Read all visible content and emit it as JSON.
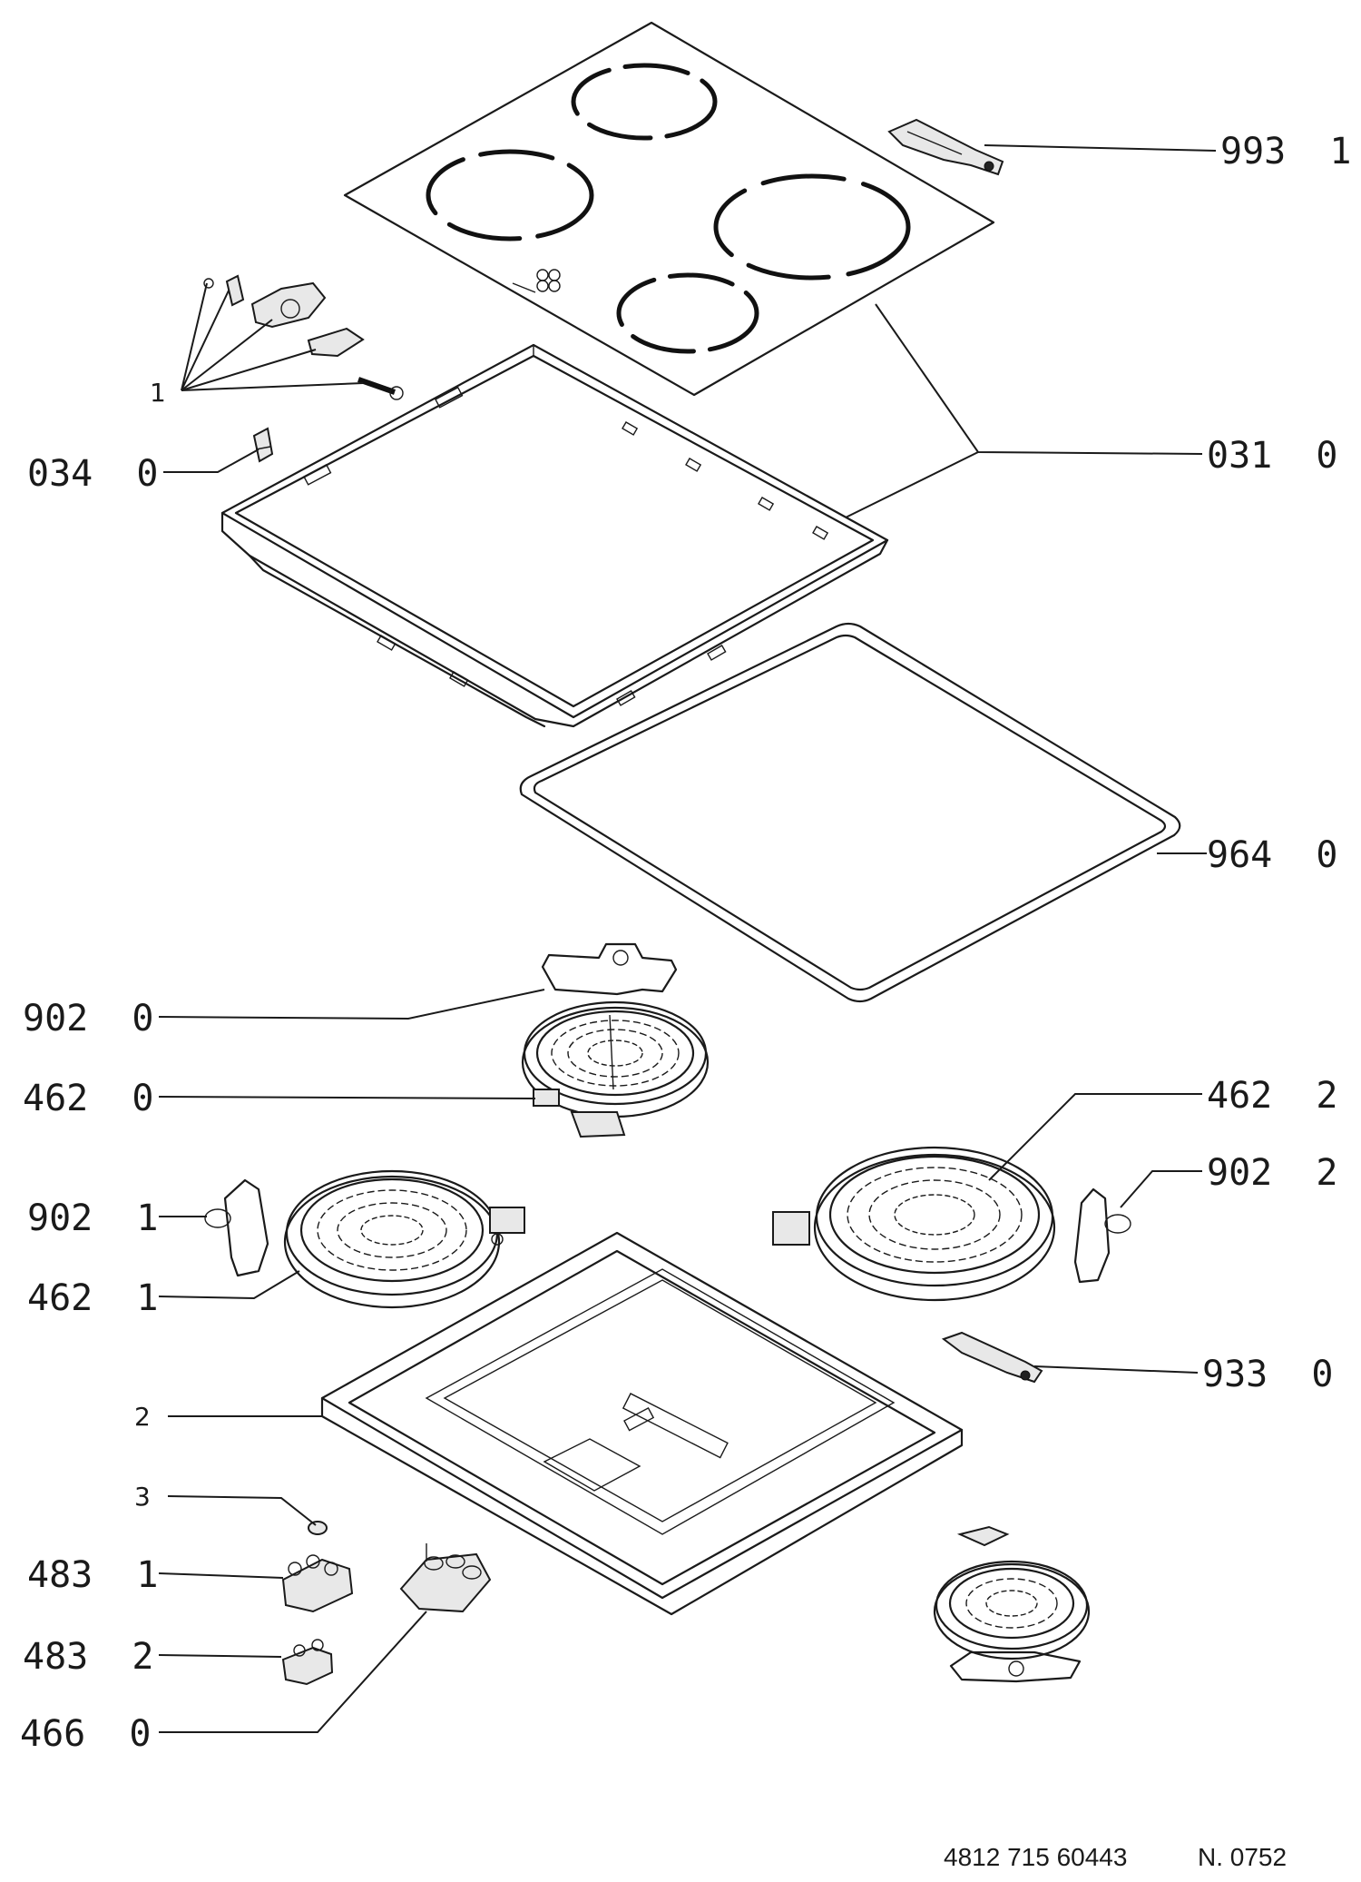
{
  "labels": {
    "glass_top": "993  1",
    "frame": "031  0",
    "clip": "034  0",
    "small_parts": "1",
    "gasket": "964  0",
    "bracket_center": "902  0",
    "heater_center": "462  0",
    "bracket_left": "902  1",
    "heater_left": "462  1",
    "heater_right": "462  2",
    "bracket_right": "902  2",
    "limiter": "933  0",
    "tray": "2",
    "cap": "3",
    "terminal_block_a": "483  1",
    "terminal_block_b": "483  2",
    "switch_block": "466  0"
  },
  "footer": {
    "part_number": "4812 715 60443",
    "revision": "N. 0752"
  }
}
